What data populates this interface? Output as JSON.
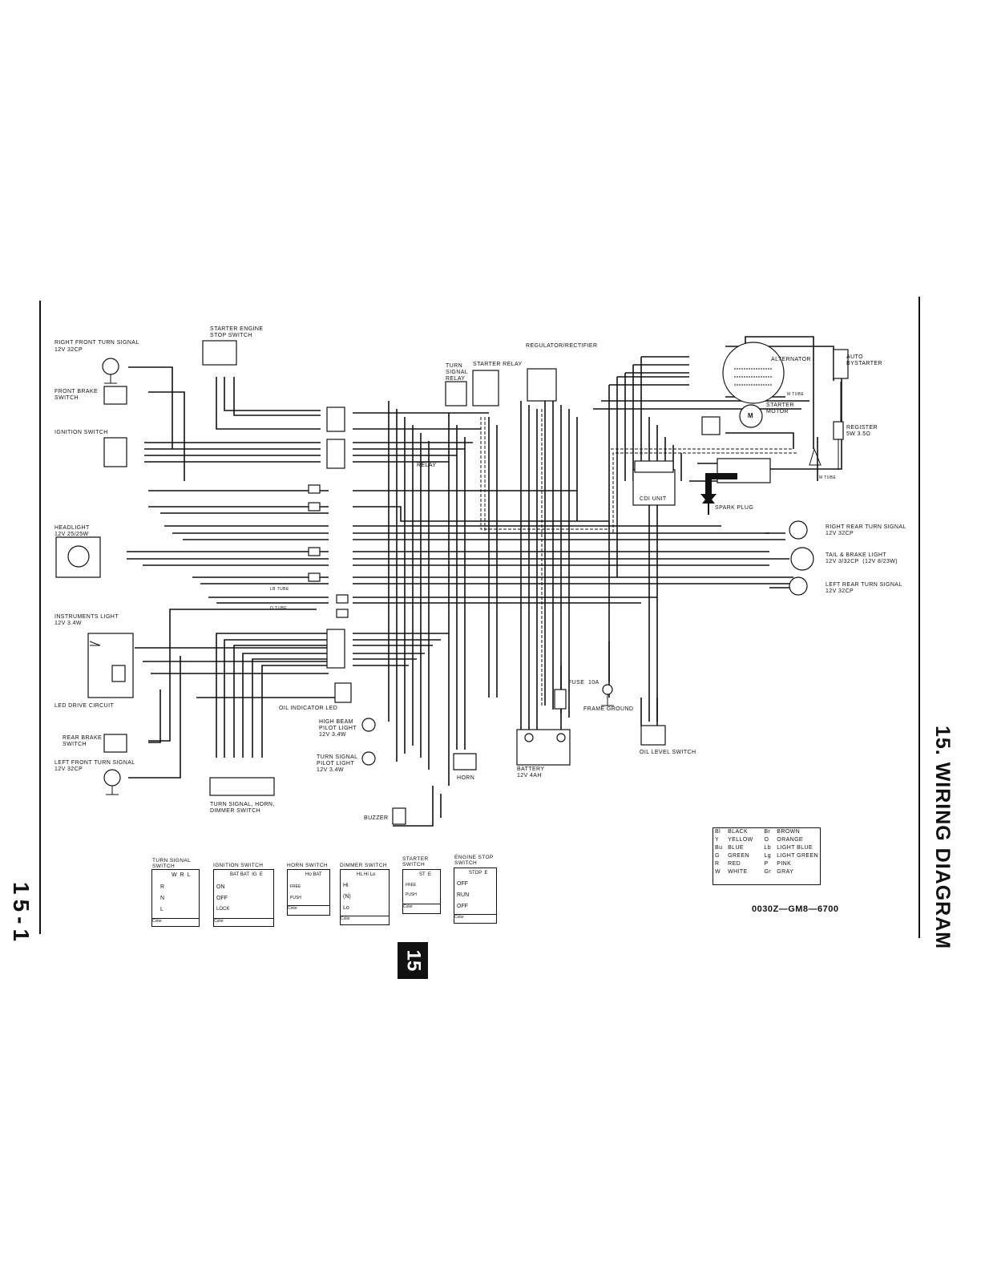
{
  "page": {
    "section_title": "15. WIRING DIAGRAM",
    "page_number": "15-1",
    "tab_number": "15",
    "part_number": "0030Z—GM8—6700"
  },
  "components": {
    "right_front_turn_signal": "RIGHT FRONT TURN SIGNAL",
    "right_front_turn_signal_spec": "12V 32cp",
    "starter_engine_stop_switch": "STARTER ENGINE\nSTOP SWITCH",
    "front_brake_switch": "FRONT BRAKE\nSWITCH",
    "ignition_switch": "IGNITION SWITCH",
    "headlight": "HEADLIGHT",
    "headlight_spec": "12V 25/25W",
    "instruments_light": "INSTRUMENTS LIGHT",
    "instruments_light_spec": "12V 3.4W",
    "led_drive_circuit": "LED DRIVE CIRCUIT",
    "rear_brake_switch": "REAR BRAKE\nSWITCH",
    "left_front_turn_signal": "LEFT FRONT TURN SIGNAL",
    "left_front_turn_signal_spec": "12V 32cp",
    "turn_signal_horn_dimmer_switch": "TURN SIGNAL, HORN,\nDIMMER SWITCH",
    "oil_indicator_led": "OIL INDICATOR LED",
    "high_beam_pilot_light": "HIGH BEAM\nPILOT LIGHT\n12V 3.4W",
    "turn_signal_pilot_light": "TURN SIGNAL\nPILOT LIGHT\n12V 3.4W",
    "buzzer": "BUZZER",
    "horn": "HORN",
    "battery": "BATTERY\n12V 4AH",
    "fuse": "FUSE  10A",
    "frame_ground": "FRAME GROUND",
    "oil_level_switch": "OIL LEVEL SWITCH",
    "turn_signal_relay": "TURN\nSIGNAL\nRELAY",
    "starter_relay": "STARTER RELAY",
    "regulator_rectifier": "REGULATOR/RECTIFIER",
    "relay": "RELAY",
    "alternator": "ALTERNATOR",
    "auto_bystarter": "AUTO\nBYSTARTER",
    "starter_motor": "STARTER\nMOTOR",
    "register": "REGISTER\n5W 3.5Ω",
    "cdi_unit": "CDI UNIT",
    "spark_plug": "SPARK PLUG",
    "right_rear_turn_signal": "RIGHT REAR TURN SIGNAL",
    "right_rear_turn_signal_spec": "12V 32cp",
    "tail_brake_light": "TAIL & BRAKE LIGHT",
    "tail_brake_light_spec": "12V 3/32cp  (12V 8/23W)",
    "left_rear_turn_signal": "LEFT REAR TURN SIGNAL",
    "left_rear_turn_signal_spec": "12V 32cp",
    "m_tube_1": "M TUBE",
    "m_tube_2": "M TUBE",
    "lb_tube": "Lb TUBE",
    "o_tube": "O TUBE",
    "motor_symbol": "M"
  },
  "color_legend": [
    {
      "code": "Bl",
      "name": "BLACK",
      "code2": "Br",
      "name2": "BROWN"
    },
    {
      "code": "Y",
      "name": "YELLOW",
      "code2": "O",
      "name2": "ORANGE"
    },
    {
      "code": "Bu",
      "name": "BLUE",
      "code2": "Lb",
      "name2": "LIGHT BLUE"
    },
    {
      "code": "G",
      "name": "GREEN",
      "code2": "Lg",
      "name2": "LIGHT GREEN"
    },
    {
      "code": "R",
      "name": "RED",
      "code2": "P",
      "name2": "PINK"
    },
    {
      "code": "W",
      "name": "WHITE",
      "code2": "Gr",
      "name2": "GRAY"
    }
  ],
  "switch_tables": [
    {
      "title": "TURN SIGNAL\nSWITCH",
      "header": "W  R  L",
      "rows": [
        "R",
        "N",
        "L"
      ],
      "color": "Color"
    },
    {
      "title": "IGNITION SWITCH",
      "header": "BAT BAT  IG  E",
      "rows": [
        "ON",
        "OFF",
        "LOCK"
      ],
      "color": "Color"
    },
    {
      "title": "HORN SWITCH",
      "header": "Ho BAT",
      "rows": [
        "FREE",
        "PUSH"
      ],
      "color": "Color"
    },
    {
      "title": "DIMMER SWITCH",
      "header": "HL Hi Lo",
      "rows": [
        "Hi",
        "(N)",
        "Lo"
      ],
      "color": "Color"
    },
    {
      "title": "STARTER\nSWITCH",
      "header": "ST  E",
      "rows": [
        "FREE",
        "PUSH"
      ],
      "color": "Color"
    },
    {
      "title": "ENGINE STOP\nSWITCH",
      "header": "STOP  E",
      "rows": [
        "OFF",
        "RUN",
        "OFF"
      ],
      "color": "Color"
    }
  ]
}
